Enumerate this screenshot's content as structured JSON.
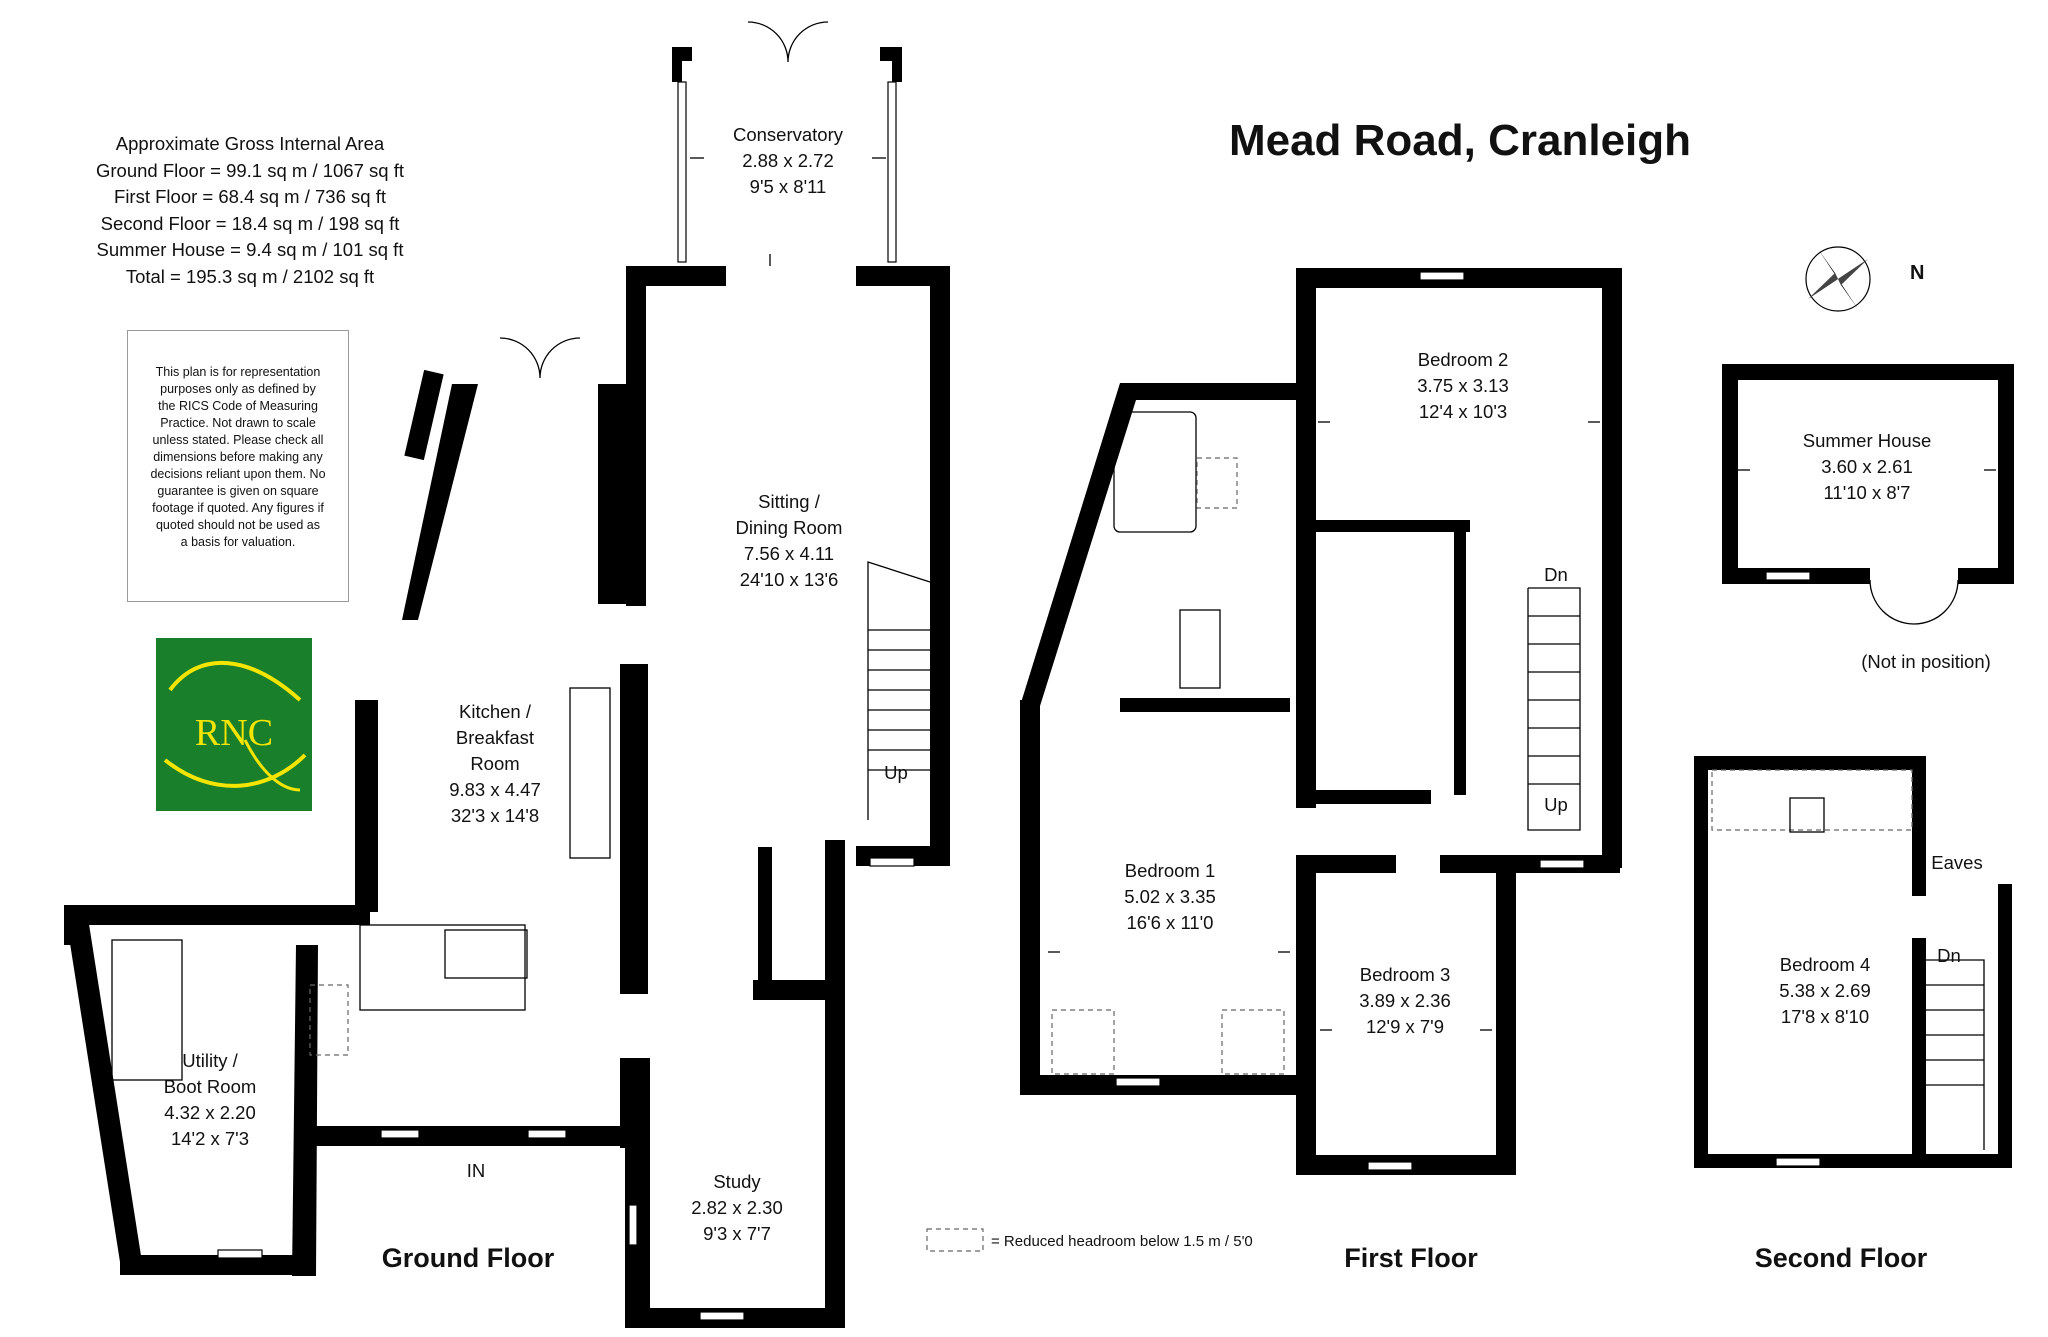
{
  "title": "Mead Road, Cranleigh",
  "area_summary": [
    "Approximate Gross Internal Area",
    "Ground Floor = 99.1 sq m / 1067 sq ft",
    "First Floor = 68.4 sq m / 736 sq ft",
    "Second Floor = 18.4 sq m / 198 sq ft",
    "Summer House = 9.4 sq m / 101 sq ft",
    "Total = 195.3 sq m / 2102 sq ft"
  ],
  "disclaimer": [
    "This plan is for representation",
    "purposes only as defined by",
    "the RICS Code of Measuring",
    "Practice. Not drawn to scale",
    "unless stated. Please check all",
    "dimensions before making any",
    "decisions reliant upon them. No",
    "guarantee is given on square",
    "footage if quoted. Any figures if",
    "quoted should not be used as",
    "a basis for valuation."
  ],
  "logo_text": "RNC",
  "compass_label": "N",
  "legend_text": "= Reduced headroom below 1.5 m / 5'0",
  "floor_labels": {
    "ground": "Ground Floor",
    "first": "First Floor",
    "second": "Second Floor"
  },
  "rooms": [
    {
      "name": [
        "Conservatory"
      ],
      "metric": "2.88 x 2.72",
      "imperial": "9'5 x 8'11"
    },
    {
      "name": [
        "Sitting /",
        "Dining Room"
      ],
      "metric": "7.56 x 4.11",
      "imperial": "24'10 x 13'6"
    },
    {
      "name": [
        "Kitchen /",
        "Breakfast",
        "Room"
      ],
      "metric": "9.83 x 4.47",
      "imperial": "32'3 x 14'8"
    },
    {
      "name": [
        "Utility /",
        "Boot Room"
      ],
      "metric": "4.32 x 2.20",
      "imperial": "14'2 x 7'3"
    },
    {
      "name": [
        "Study"
      ],
      "metric": "2.82 x 2.30",
      "imperial": "9'3 x 7'7"
    },
    {
      "name": [
        "Bedroom 2"
      ],
      "metric": "3.75 x 3.13",
      "imperial": "12'4 x 10'3"
    },
    {
      "name": [
        "Bedroom 1"
      ],
      "metric": "5.02 x 3.35",
      "imperial": "16'6 x 11'0"
    },
    {
      "name": [
        "Bedroom 3"
      ],
      "metric": "3.89 x 2.36",
      "imperial": "12'9 x 7'9"
    },
    {
      "name": [
        "Summer House"
      ],
      "metric": "3.60 x 2.61",
      "imperial": "11'10 x 8'7"
    },
    {
      "name": [
        "Bedroom 4"
      ],
      "metric": "5.38 x 2.69",
      "imperial": "17'8 x 8'10"
    }
  ],
  "annotations": {
    "entrance": "IN",
    "stairs_up_ground": "Up",
    "stairs_down_first": "Dn",
    "stairs_up_first": "Up",
    "stairs_down_second": "Dn",
    "eaves": "Eaves",
    "not_in_position": "(Not in position)"
  }
}
